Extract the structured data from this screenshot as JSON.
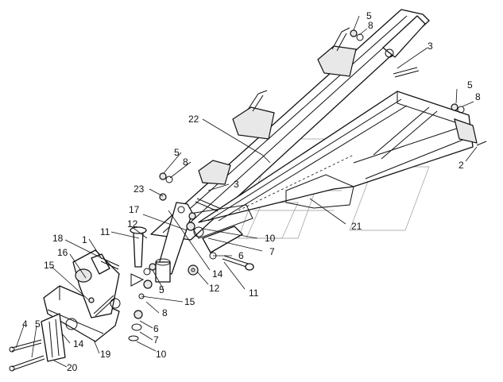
{
  "callouts": {
    "c1": "1",
    "c2": "2",
    "c3a": "3",
    "c3b": "3",
    "c4": "4",
    "c5a": "5",
    "c5b": "5",
    "c5c": "5",
    "c5d": "5",
    "c6a": "6",
    "c6b": "6",
    "c7a": "7",
    "c7b": "7",
    "c8a": "8",
    "c8b": "8",
    "c8c": "8",
    "c8d": "8",
    "c10a": "10",
    "c10b": "10",
    "c11a": "11",
    "c11b": "11",
    "c12a": "12",
    "c12b": "12",
    "c14a": "14",
    "c14b": "14",
    "c15a": "15",
    "c15b": "15",
    "c16": "16",
    "c17": "17",
    "c18": "18",
    "c19": "19",
    "c20": "20",
    "c21": "21",
    "c22": "22",
    "c23": "23"
  }
}
